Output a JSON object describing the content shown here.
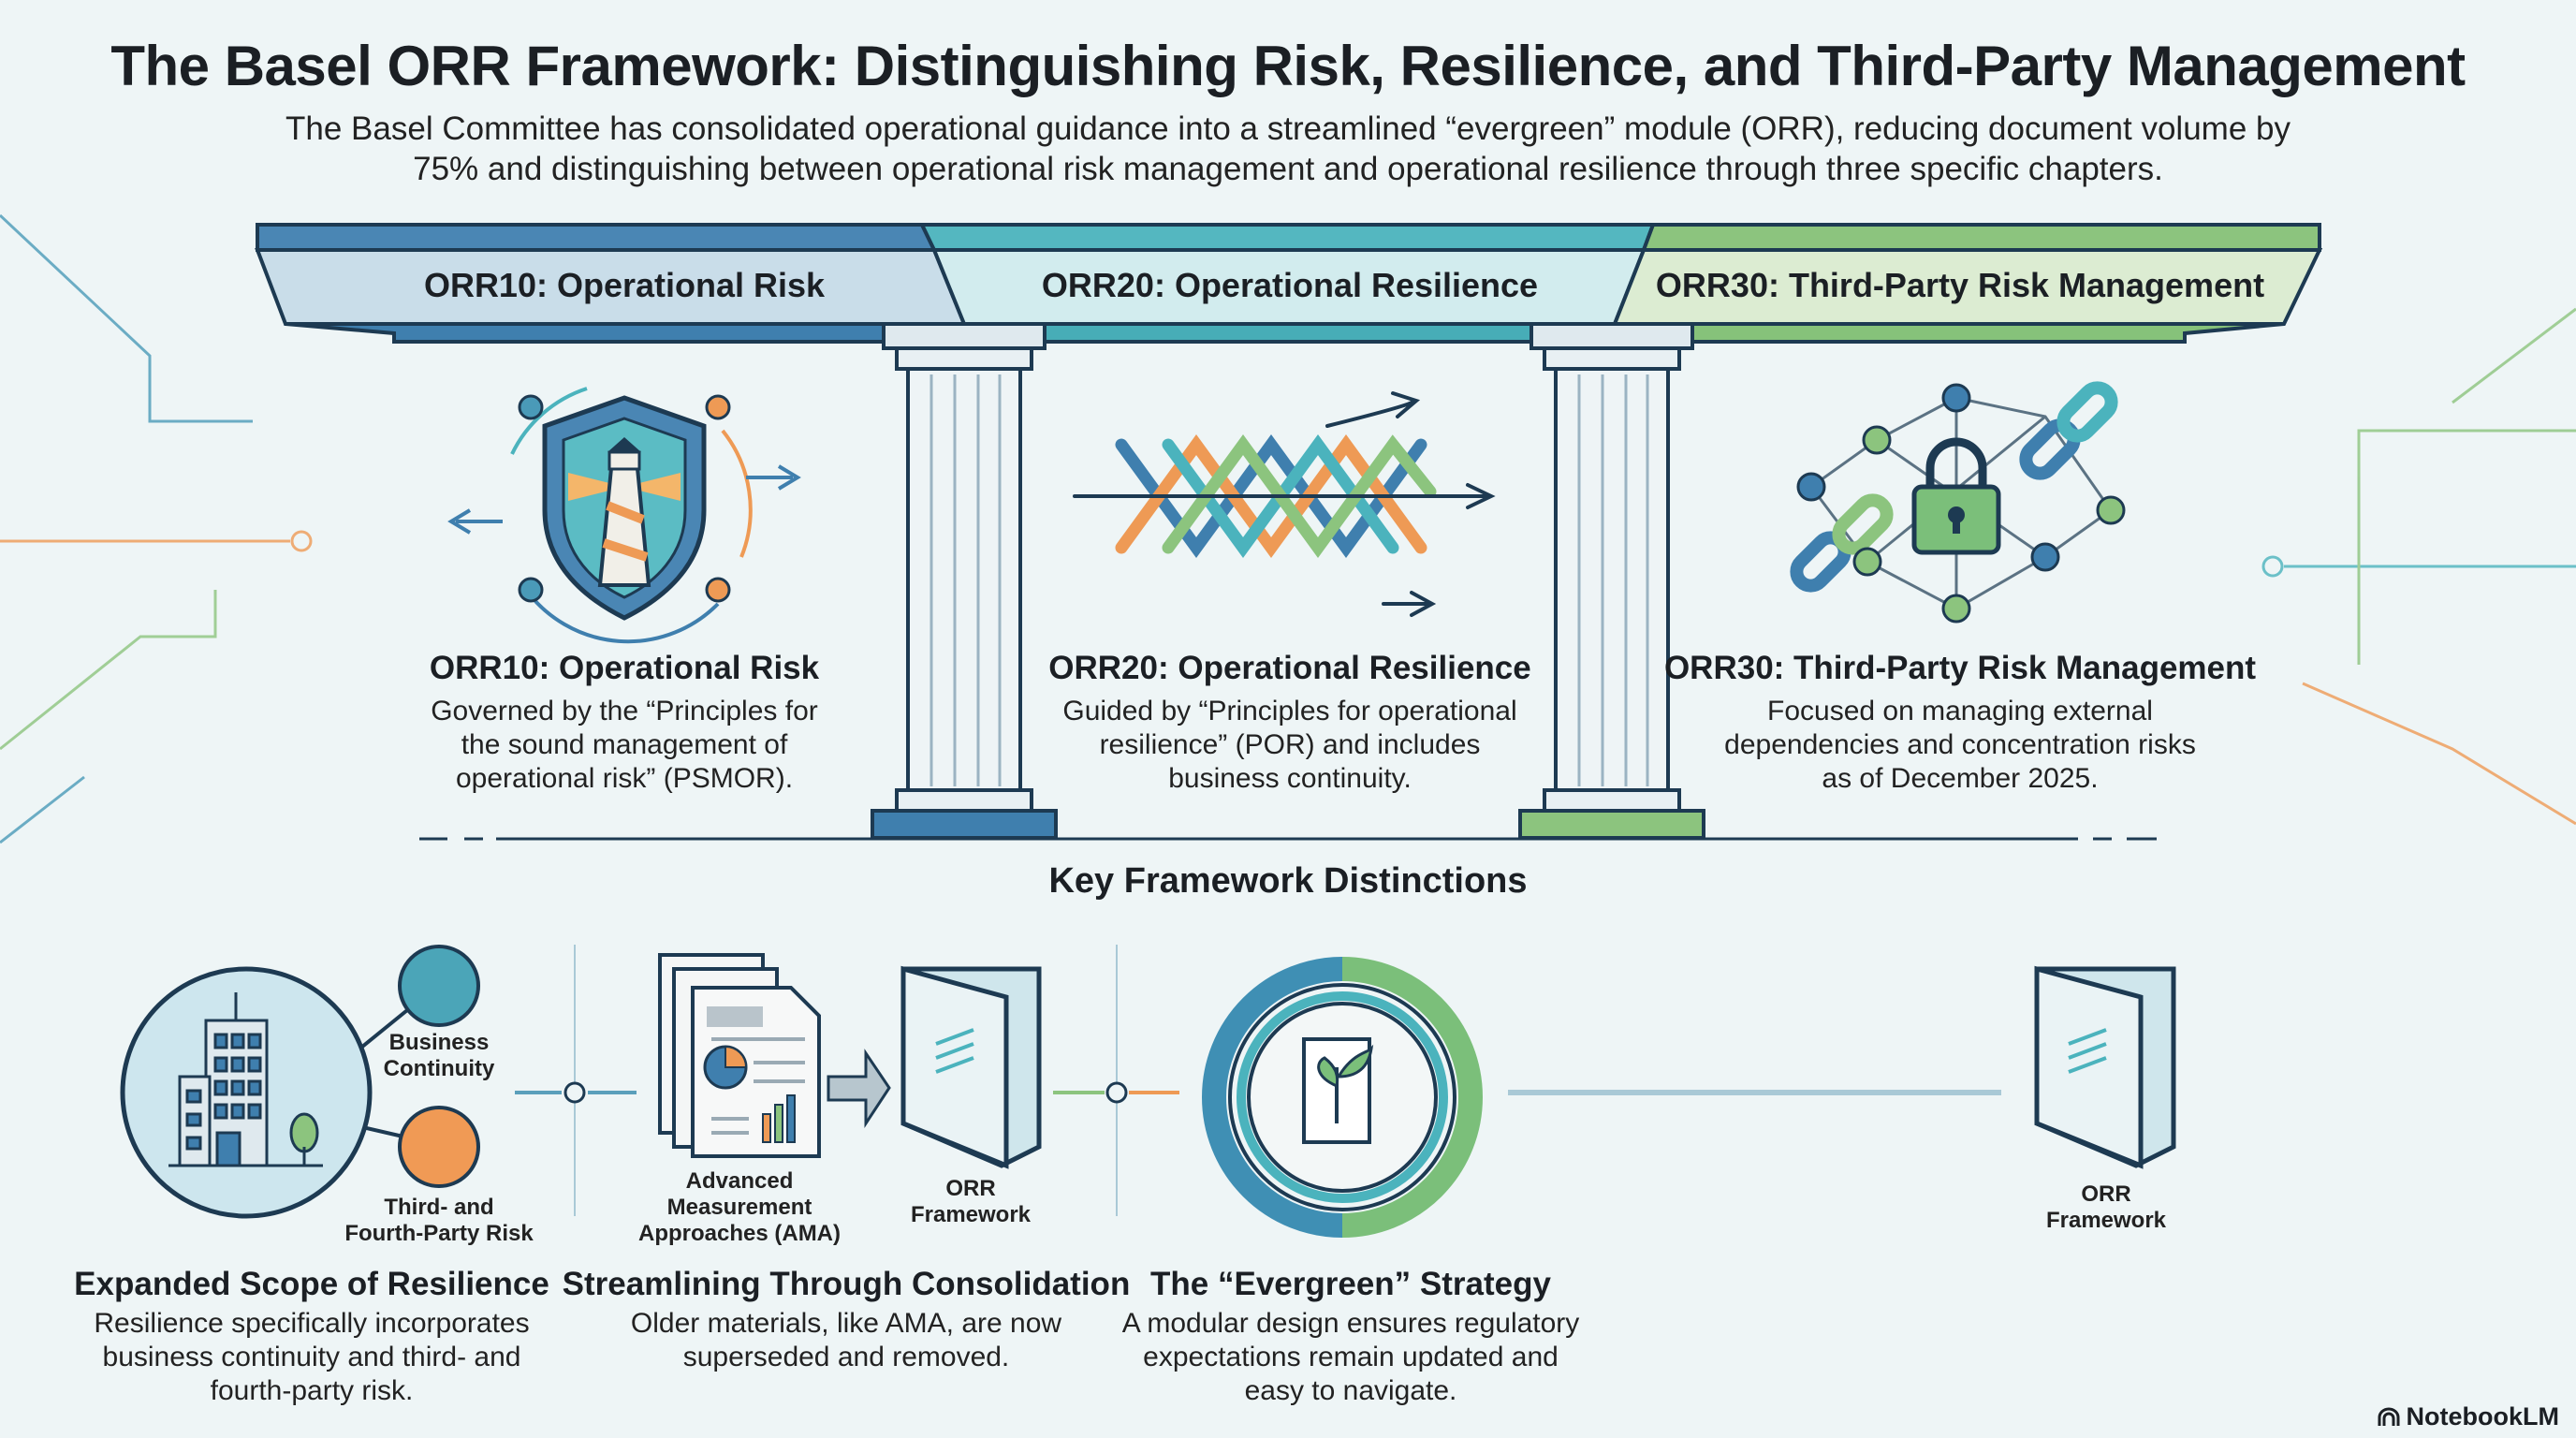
{
  "header": {
    "title": "The Basel ORR Framework: Distinguishing Risk, Resilience, and Third-Party Management",
    "subtitle_line1": "The Basel Committee has consolidated operational guidance into a streamlined “evergreen” module (ORR), reducing document volume by",
    "subtitle_line2": "75% and distinguishing between operational risk management and operational resilience through three specific chapters."
  },
  "pillars": [
    {
      "band_label": "ORR10: Operational Risk",
      "heading": "ORR10: Operational Risk",
      "icon": "lighthouse-shield-icon",
      "lines": [
        "Governed by the “Principles for",
        "the sound management of",
        "operational risk” (PSMOR)."
      ]
    },
    {
      "band_label": "ORR20: Operational Resilience",
      "heading": "ORR20: Operational Resilience",
      "icon": "woven-arrows-icon",
      "lines": [
        "Guided by “Principles for operational",
        "resilience” (POR) and includes",
        "business continuity."
      ]
    },
    {
      "band_label": "ORR30: Third-Party Risk Management",
      "heading": "ORR30: Third-Party Risk Management",
      "icon": "chain-lock-network-icon",
      "lines": [
        "Focused on managing external",
        "dependencies and concentration risks",
        "as of December 2025."
      ]
    }
  ],
  "distinctions": {
    "title": "Key Framework Distinctions",
    "labels": {
      "business_continuity": [
        "Business",
        "Continuity"
      ],
      "third_fourth": [
        "Third- and",
        "Fourth-Party Risk"
      ],
      "ama": [
        "Advanced",
        "Measurement",
        "Approaches (AMA)"
      ],
      "orr_framework": [
        "ORR",
        "Framework"
      ],
      "orr_framework_right": [
        "ORR",
        "Framework"
      ]
    },
    "items": [
      {
        "heading": "Expanded Scope of Resilience",
        "lines": [
          "Resilience specifically incorporates",
          "business continuity and third- and",
          "fourth-party risk."
        ]
      },
      {
        "heading": "Streamlining Through Consolidation",
        "lines": [
          "Older materials, like AMA, are now",
          "superseded and removed."
        ]
      },
      {
        "heading": "The “Evergreen” Strategy",
        "lines": [
          "A modular design ensures regulatory",
          "expectations remain updated and",
          "easy to navigate."
        ]
      }
    ]
  },
  "branding": {
    "name": "NotebookLM"
  },
  "colors": {
    "blue": "#3f7fae",
    "teal": "#4bb3bd",
    "green": "#8cc47e",
    "orange": "#ee9a55",
    "dark": "#1d3a52"
  }
}
